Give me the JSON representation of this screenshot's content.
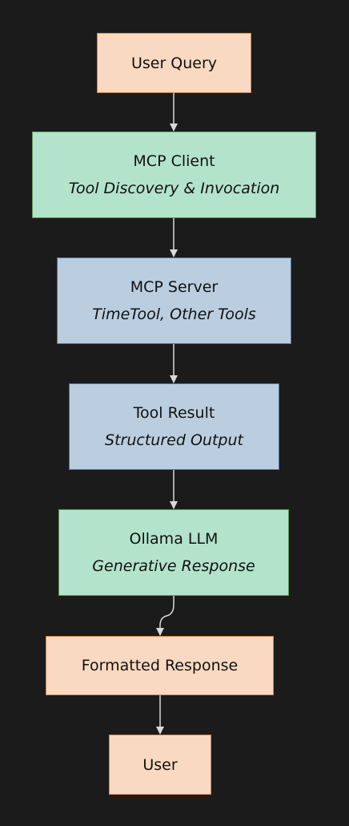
{
  "colors": {
    "background": "#1b1b1b",
    "edge": "#d9d9d9",
    "peach_fill": "#f9d9c1",
    "peach_border": "#c98a5a",
    "green_fill": "#b4e3cc",
    "green_border": "#5f9a5f",
    "blue_fill": "#bacee0",
    "blue_border": "#52729a"
  },
  "nodes": {
    "user_query": {
      "title": "User Query"
    },
    "mcp_client": {
      "title": "MCP Client",
      "subtitle": "Tool Discovery & Invocation"
    },
    "mcp_server": {
      "title": "MCP Server",
      "subtitle": "TimeTool, Other Tools"
    },
    "tool_result": {
      "title": "Tool Result",
      "subtitle": "Structured Output"
    },
    "ollama_llm": {
      "title": "Ollama LLM",
      "subtitle": "Generative Response"
    },
    "formatted_response": {
      "title": "Formatted Response"
    },
    "user": {
      "title": "User"
    }
  },
  "edges": [
    {
      "from": "user_query",
      "to": "mcp_client"
    },
    {
      "from": "mcp_client",
      "to": "mcp_server"
    },
    {
      "from": "mcp_server",
      "to": "tool_result"
    },
    {
      "from": "tool_result",
      "to": "ollama_llm"
    },
    {
      "from": "ollama_llm",
      "to": "formatted_response"
    },
    {
      "from": "formatted_response",
      "to": "user"
    }
  ]
}
